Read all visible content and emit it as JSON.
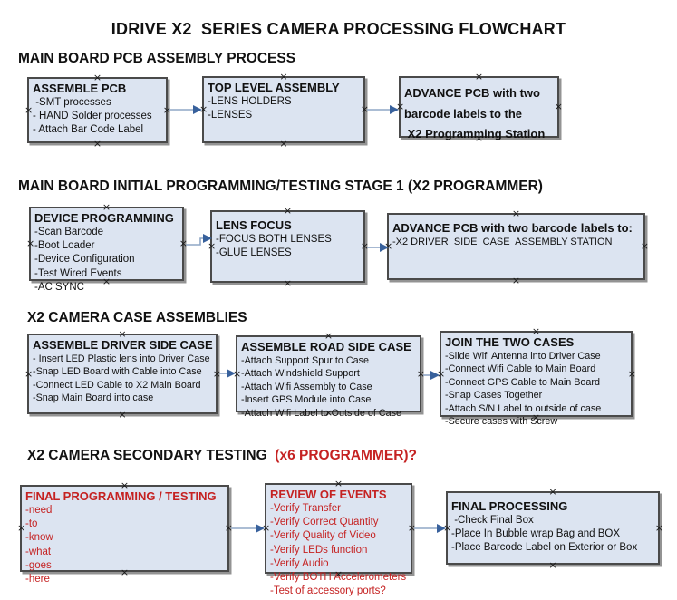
{
  "title": "IDRIVE X2  SERIES CAMERA PROCESSING FLOWCHART",
  "colors": {
    "box_fill": "#dce4f1",
    "box_border": "#4a4a4a",
    "box_shadow": "#939393",
    "arrow_line": "#8fa7c6",
    "arrow_head": "#38619c",
    "red_text": "#c52222",
    "text": "#111111",
    "background": "#ffffff"
  },
  "icons": {
    "connection_point": "×"
  },
  "sections": [
    {
      "header": "MAIN BOARD PCB ASSEMBLY PROCESS",
      "boxes": [
        {
          "title": "ASSEMBLE PCB",
          "items": [
            " -SMT processes",
            "- HAND Solder processes",
            "- Attach Bar Code Label"
          ]
        },
        {
          "title": "TOP LEVEL ASSEMBLY",
          "items": [
            "-LENS HOLDERS",
            "-LENSES"
          ]
        },
        {
          "lines": [
            "ADVANCE PCB with two",
            "barcode labels to the",
            " X2 Programming Station"
          ]
        }
      ]
    },
    {
      "header": "MAIN BOARD INITIAL PROGRAMMING/TESTING STAGE 1 (X2 PROGRAMMER)",
      "boxes": [
        {
          "title": "DEVICE PROGRAMMING",
          "items": [
            "-Scan Barcode",
            "-Boot Loader",
            "-Device Configuration",
            "-Test Wired Events",
            "-AC SYNC"
          ]
        },
        {
          "title": "LENS FOCUS",
          "items": [
            "-FOCUS BOTH LENSES",
            "-GLUE LENSES"
          ]
        },
        {
          "title": "ADVANCE PCB with two barcode labels to:",
          "items": [
            "-X2 DRIVER  SIDE  CASE  ASSEMBLY STATION"
          ]
        }
      ]
    },
    {
      "header": "X2 CAMERA CASE ASSEMBLIES",
      "boxes": [
        {
          "title": "ASSEMBLE DRIVER SIDE CASE",
          "items": [
            "- Insert LED Plastic lens into Driver Case",
            "-Snap LED Board with Cable into Case",
            "-Connect LED Cable to X2 Main Board",
            "-Snap Main Board into case"
          ]
        },
        {
          "title": "ASSEMBLE ROAD SIDE CASE",
          "items": [
            "-Attach Support Spur to Case",
            "-Attach Windshield Support",
            "-Attach Wifi Assembly to Case",
            "-Insert GPS Module into Case",
            "-Attach Wifi Label to Outside of Case"
          ]
        },
        {
          "title": "JOIN THE TWO CASES",
          "items": [
            "-Slide Wifi Antenna into Driver Case",
            "-Connect Wifi Cable to Main Board",
            "-Connect GPS Cable to Main Board",
            "-Snap Cases Together",
            "-Attach S/N Label to outside of case",
            "-Secure cases with Screw"
          ]
        }
      ]
    },
    {
      "header": "X2 CAMERA SECONDARY TESTING",
      "header_red": "  (x6 PROGRAMMER)?",
      "boxes": [
        {
          "title": "FINAL PROGRAMMING / TESTING",
          "items": [
            "-need",
            "-to",
            "-know",
            "-what",
            "-goes",
            "-here"
          ]
        },
        {
          "title": "REVIEW OF EVENTS",
          "items": [
            "-Verify Transfer",
            "-Verify Correct Quantity",
            "-Verify Quality of Video",
            "-Verify LEDs function",
            "-Verify Audio",
            "-Verify BOTH Accelerometers",
            "-Test of accessory ports?"
          ]
        },
        {
          "title": "FINAL PROCESSING",
          "items": [
            " -Check Final Box",
            "-Place In Bubble wrap Bag and BOX",
            "-Place Barcode Label on Exterior or Box"
          ]
        }
      ]
    }
  ]
}
